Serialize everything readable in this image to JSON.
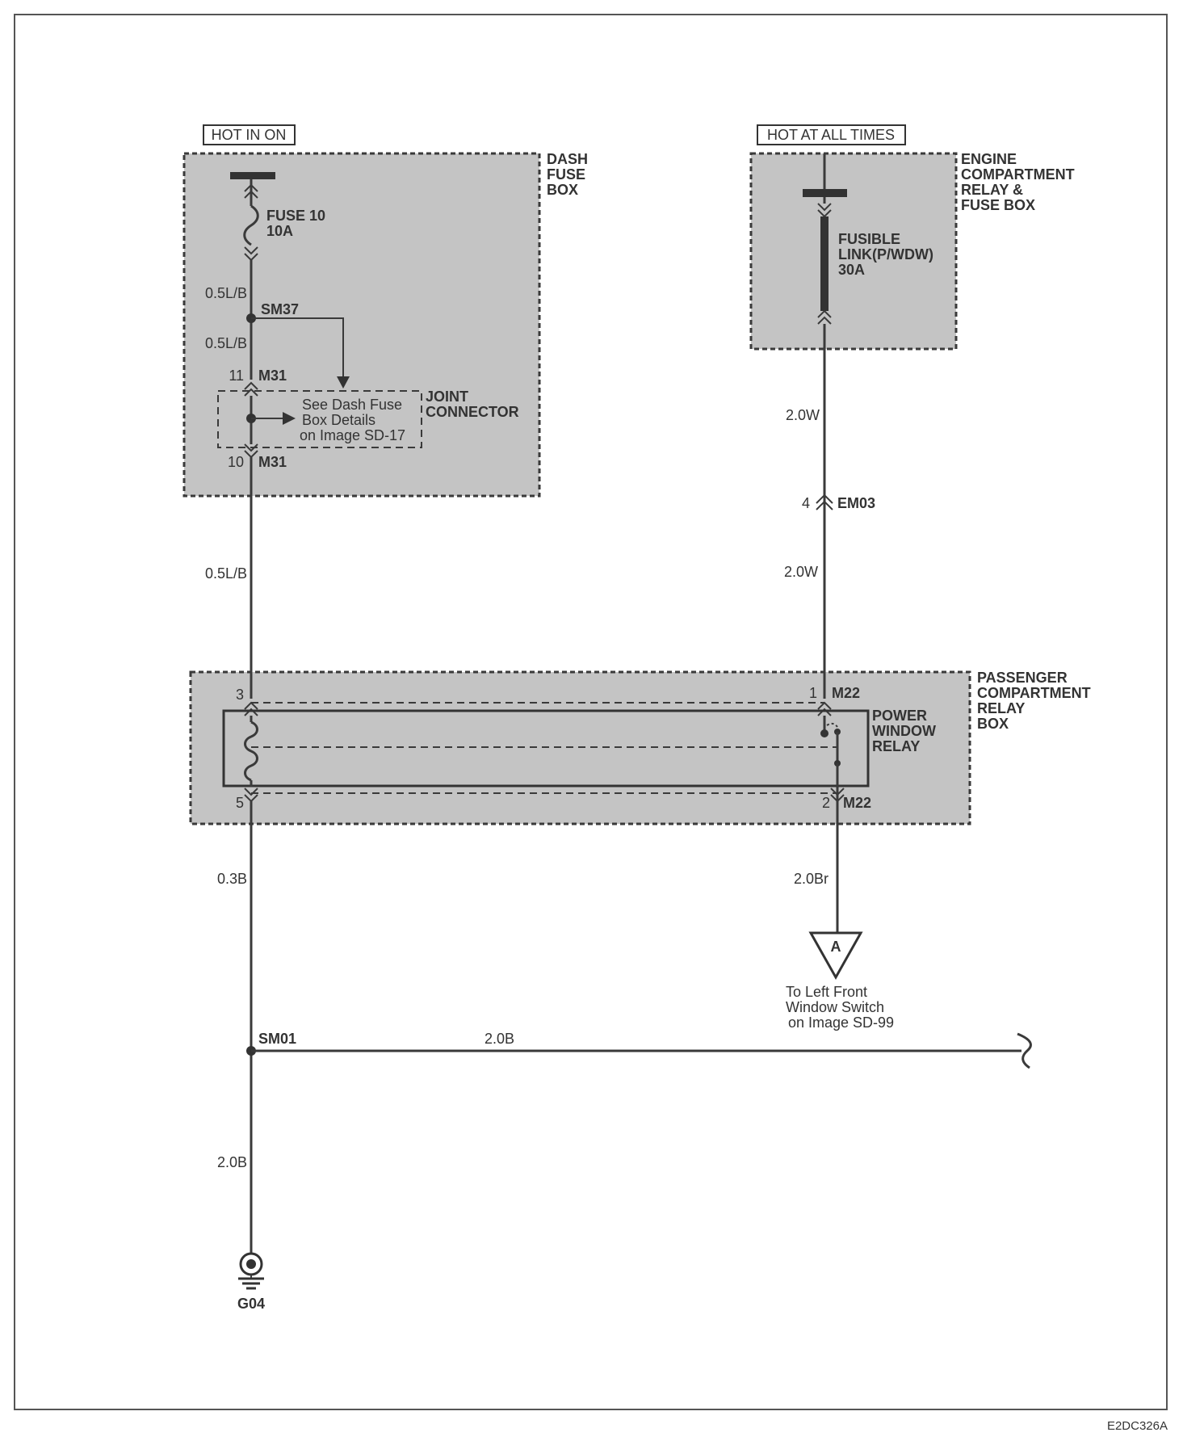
{
  "supplies": {
    "hot_in_on": "HOT IN ON",
    "hot_at_all_times": "HOT AT ALL TIMES"
  },
  "dash_fuse_box": {
    "title_lines": [
      "DASH",
      "FUSE",
      "BOX"
    ],
    "fuse_name": "FUSE 10",
    "fuse_rating": "10A",
    "joint_connector_lines": [
      "JOINT",
      "CONNECTOR"
    ],
    "see_details_lines": [
      "See Dash Fuse",
      "Box Details",
      "on Image SD-17"
    ]
  },
  "engine_box": {
    "title_lines": [
      "ENGINE",
      "COMPARTMENT",
      "RELAY &",
      "FUSE BOX"
    ],
    "fusible_link_lines": [
      "FUSIBLE",
      "LINK(P/WDW)",
      "30A"
    ]
  },
  "passenger_box": {
    "title_lines": [
      "PASSENGER",
      "COMPARTMENT",
      "RELAY",
      "BOX"
    ],
    "relay_lines": [
      "POWER",
      "WINDOW",
      "RELAY"
    ]
  },
  "wires": {
    "w_fuse_out": "0.5L/B",
    "w_sm37_m31": "0.5L/B",
    "w_m31_relay": "0.5L/B",
    "w_link_em03": "2.0W",
    "w_em03_relay": "2.0W",
    "w_relay_a": "2.0Br",
    "w_relay_sm01": "0.3B",
    "w_sm01_right": "2.0B",
    "w_sm01_g04": "2.0B"
  },
  "connectors": {
    "sm37": "SM37",
    "m31_pin_top": "11",
    "m31_top": "M31",
    "m31_pin_bottom": "10",
    "m31_bottom": "M31",
    "em03_pin": "4",
    "em03": "EM03",
    "relay_pin3": "3",
    "relay_pin5": "5",
    "m22_pin1": "1",
    "m22_top": "M22",
    "m22_pin2": "2",
    "m22_bottom": "M22",
    "sm01": "SM01",
    "ground": "G04"
  },
  "offpage": {
    "letter": "A",
    "text_lines": [
      "To Left Front",
      "Window Switch",
      "on Image SD-99"
    ]
  },
  "footer": {
    "image_code": "E2DC326A"
  }
}
